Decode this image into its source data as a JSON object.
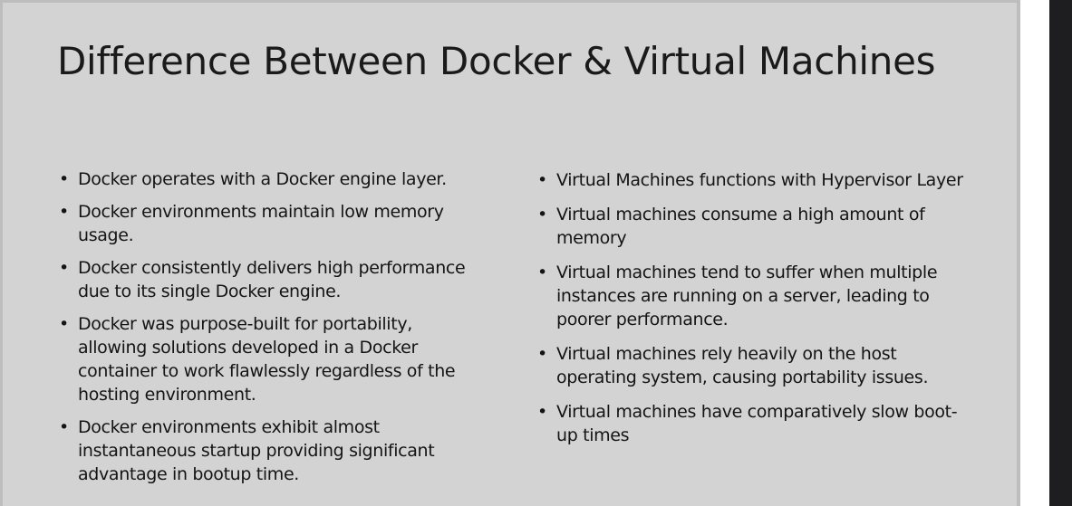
{
  "slide": {
    "title": "Difference Between Docker & Virtual Machines",
    "bullet_glyph": "•",
    "docker_points": [
      "Docker operates with a Docker engine layer.",
      "Docker environments maintain low memory usage.",
      "Docker consistently delivers high performance due to its single Docker engine.",
      "Docker was purpose-built for portability, allowing solutions developed in a Docker container to work flawlessly regardless of the hosting environment.",
      "Docker environments exhibit almost instantaneous startup providing significant advantage in bootup time."
    ],
    "vm_points": [
      "Virtual Machines functions with Hypervisor Layer",
      "Virtual machines consume a high amount of memory",
      "Virtual machines tend to suffer when multiple instances are running on a server, leading to poorer performance.",
      "Virtual machines rely heavily on the host operating system, causing portability issues.",
      "Virtual machines have comparatively slow boot-up times"
    ]
  },
  "colors": {
    "slide_background": "#d3d3d3",
    "frame_border": "#bdbdbd",
    "text": "#141414",
    "dark_gutter": "#1e1e21"
  }
}
